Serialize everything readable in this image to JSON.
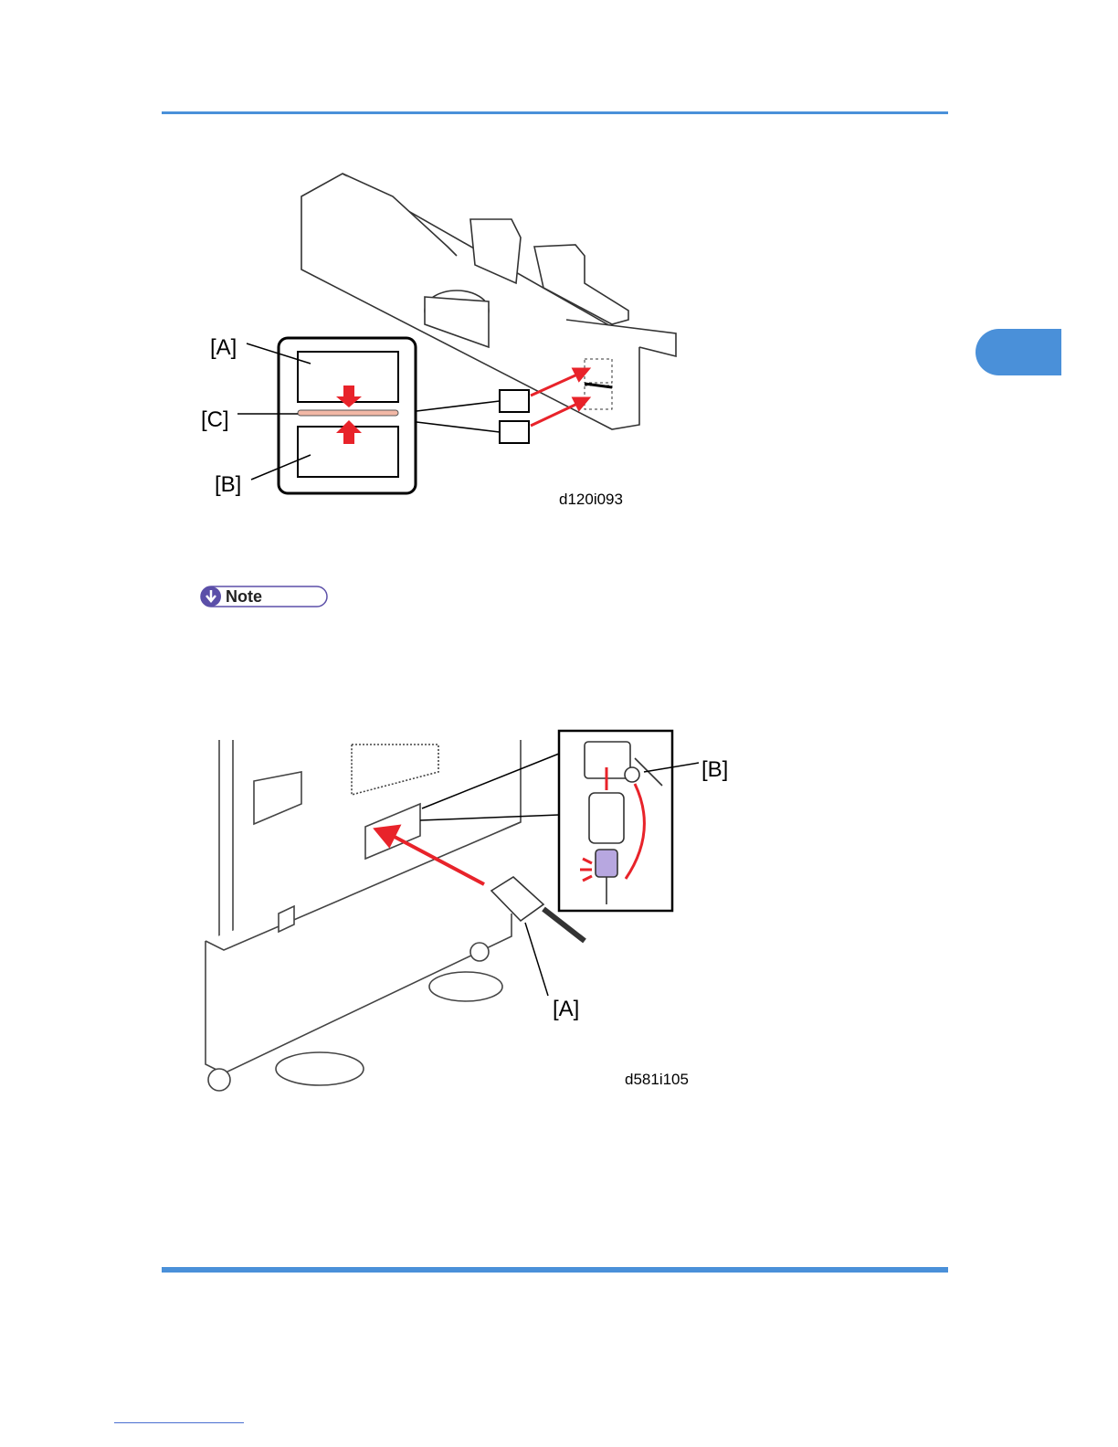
{
  "colors": {
    "rule": "#4a90d9",
    "arrow": "#e8232a",
    "note_icon": "#5b4fa8"
  },
  "figure1": {
    "label_a": "[A]",
    "label_b": "[B]",
    "label_c": "[C]",
    "code": "d120i093"
  },
  "note": {
    "label": "Note",
    "icon": "down-arrow-circle-icon"
  },
  "figure2": {
    "label_a": "[A]",
    "label_b": "[B]",
    "code": "d581i105"
  }
}
